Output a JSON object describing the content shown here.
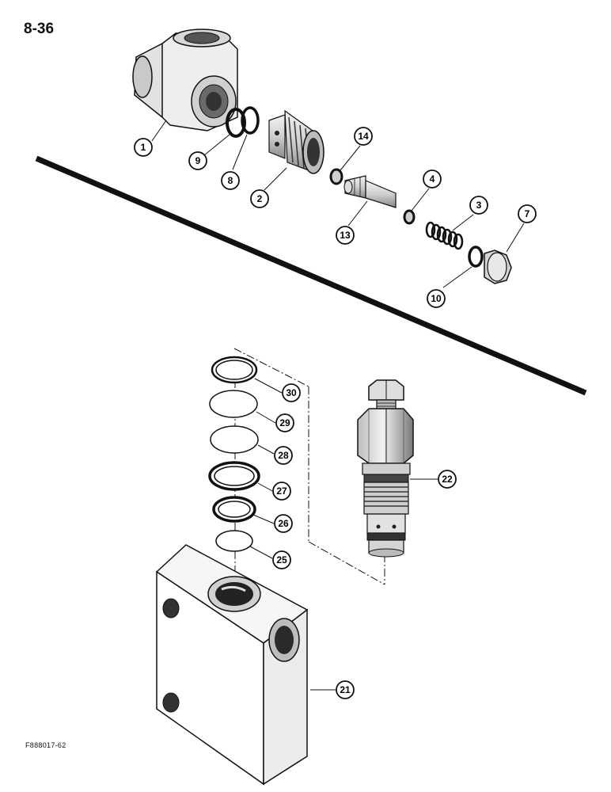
{
  "page": {
    "number": "8-36",
    "figure_code": "F888017-62"
  },
  "callouts": {
    "c1": "1",
    "c9": "9",
    "c8": "8",
    "c2": "2",
    "c14": "14",
    "c13": "13",
    "c4": "4",
    "c3": "3",
    "c7": "7",
    "c10": "10",
    "c30": "30",
    "c29": "29",
    "c28": "28",
    "c27": "27",
    "c26": "26",
    "c25": "25",
    "c22": "22",
    "c21": "21"
  },
  "colors": {
    "ink": "#111111",
    "part_gray": "#dcdcdc",
    "dark_gray": "#777777"
  }
}
